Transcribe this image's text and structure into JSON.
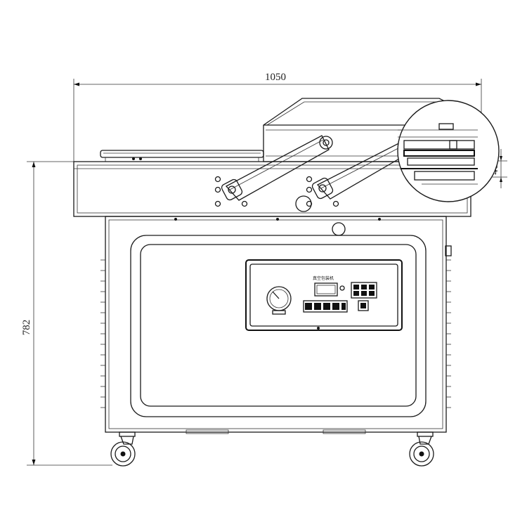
{
  "dimensions": {
    "width_label": "1050",
    "height_label": "782",
    "detail_label": "40"
  },
  "control_panel": {
    "title_text": "真空包装机"
  },
  "colors": {
    "line": "#1a1a1a",
    "background": "#ffffff"
  }
}
